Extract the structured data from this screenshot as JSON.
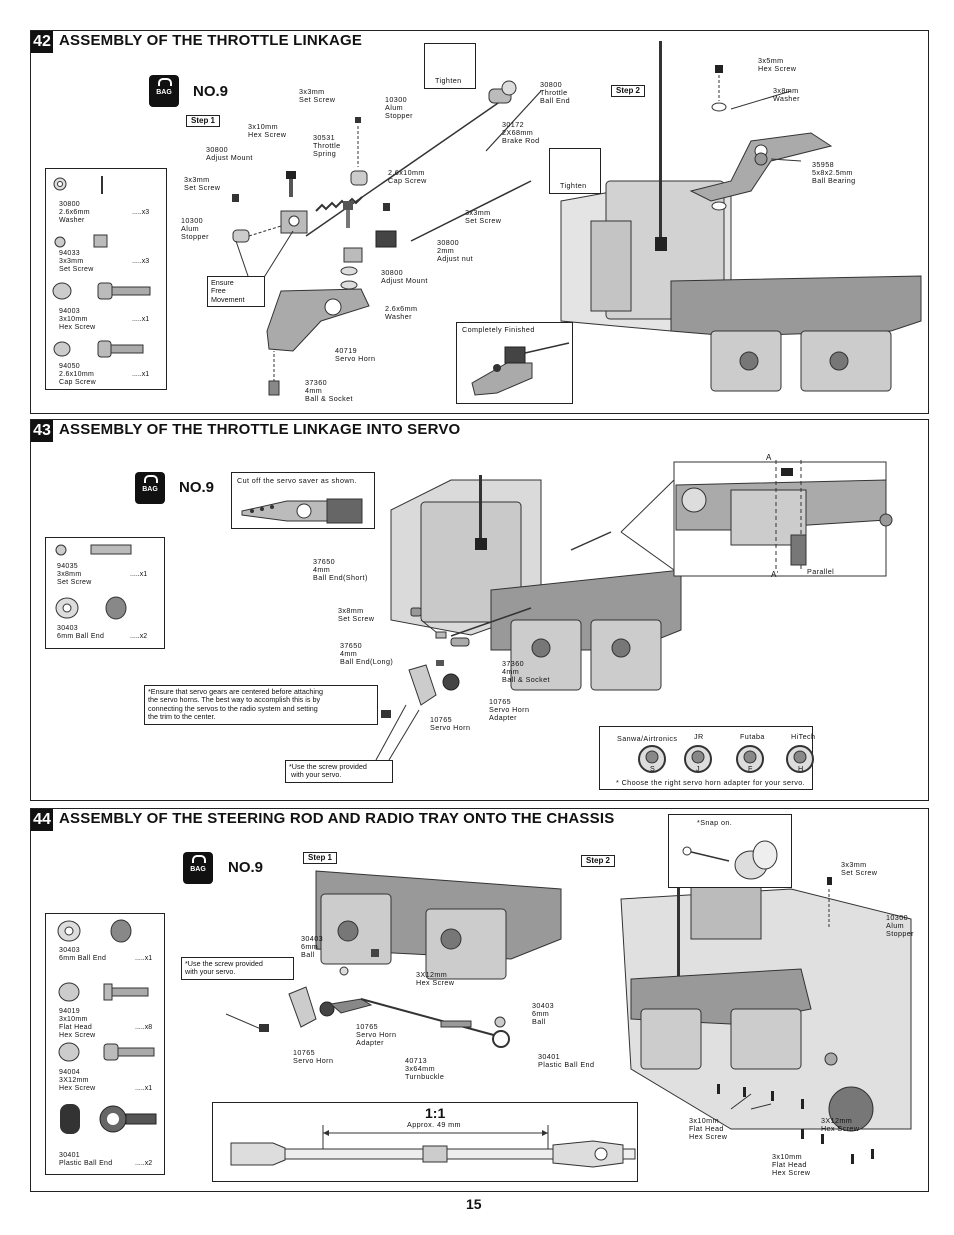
{
  "page_number": "15",
  "bag_label": "BAG",
  "s42": {
    "num": "42",
    "title": "ASSEMBLY OF THE THROTTLE LINKAGE",
    "bag_no": "NO.9",
    "step1": "Step 1",
    "step2": "Step 2",
    "tighten1": "Tighten",
    "tighten2": "Tighten",
    "completely_finished": "Completely Finished",
    "ensure_free": "Ensure\nFree\nMovement",
    "parts": [
      {
        "name": "30800\n2.6x6mm\nWasher",
        "qty": ".....x3"
      },
      {
        "name": "94033\n3x3mm\nSet Screw",
        "qty": ".....x3"
      },
      {
        "name": "94003\n3x10mm\nHex Screw",
        "qty": ".....x1"
      },
      {
        "name": "94050\n2.6x10mm\nCap Screw",
        "qty": ".....x1"
      }
    ],
    "labels": {
      "set_screw_top": "3x3mm\nSet Screw",
      "alum_stopper_top": "10300\nAlum\nStopper",
      "throttle_ball_end": "30800\nThrottle\nBall End",
      "hex_screw": "3x10mm\nHex Screw",
      "throttle_spring": "30531\nThrottle\nSpring",
      "brake_rod": "30172\n2X68mm\nBrake Rod",
      "adjust_mount_left": "30800\nAdjust Mount",
      "cap_screw": "2.6x10mm\nCap Screw",
      "set_screw_left": "3x3mm\nSet Screw",
      "alum_stopper_left": "10300\nAlum\nStopper",
      "set_screw_mid": "3x3mm\nSet Screw",
      "adjust_nut": "30800\n2mm\nAdjust nut",
      "adjust_mount_right": "30800\nAdjust Mount",
      "washer_26": "2.6x6mm\nWasher",
      "servo_horn": "40719\nServo Horn",
      "ball_socket": "37360\n4mm\nBall & Socket",
      "hex_screw_5": "3x5mm\nHex Screw",
      "washer_8": "3x8mm\nWasher",
      "ball_bearing": "35958\n5x8x2.5mm\nBall Bearing"
    }
  },
  "s43": {
    "num": "43",
    "title": "ASSEMBLY OF THE THROTTLE LINKAGE INTO SERVO",
    "bag_no": "NO.9",
    "cut_note": "Cut off the servo saver as shown.",
    "parts": [
      {
        "name": "94035\n3x8mm\nSet Screw",
        "qty": ".....x1"
      },
      {
        "name": "30403\n6mm Ball End",
        "qty": ".....x2"
      }
    ],
    "labels": {
      "ball_end_short": "37650\n4mm\nBall End(Short)",
      "set_screw_38": "3x8mm\nSet Screw",
      "ball_end_long": "37650\n4mm\nBall End(Long)",
      "ball_socket": "37360\n4mm\nBall & Socket",
      "servo_horn_adapter": "10765\nServo Horn\nAdapter",
      "servo_horn": "10765\nServo Horn",
      "a": "A",
      "a_prime": "A'",
      "parallel": "Parallel"
    },
    "ensure_note": "*Ensure that servo gears are centered before attaching\nthe servo horns. The best way to accomplish this is by\nconnecting the servos to the radio system and setting\nthe trim to the center.",
    "screw_note": "*Use the screw provided\n with your servo.",
    "adapters": {
      "brands": [
        "Sanwa/Airtronics",
        "JR",
        "Futaba",
        "HiTech"
      ],
      "letters": [
        "S",
        "J",
        "F",
        "H"
      ],
      "note": "* Choose the right servo horn adapter for your servo."
    }
  },
  "s44": {
    "num": "44",
    "title": "ASSEMBLY OF THE STEERING ROD AND RADIO TRAY ONTO THE CHASSIS",
    "bag_no": "NO.9",
    "step1": "Step 1",
    "step2": "Step 2",
    "snap_on": "*Snap on.",
    "screw_note": "*Use the screw provided\nwith your servo.",
    "scale": "1:1",
    "approx": "Approx. 49 mm",
    "parts": [
      {
        "name": "30403\n6mm Ball End",
        "qty": ".....x1"
      },
      {
        "name": "94019\n3x10mm\nFlat Head\nHex Screw",
        "qty": ".....x8"
      },
      {
        "name": "94004\n3X12mm\nHex Screw",
        "qty": ".....x1"
      },
      {
        "name": "30401\nPlastic Ball End",
        "qty": ".....x2"
      }
    ],
    "labels": {
      "ball_6mm_top": "30403\n6mm\nBall",
      "hex_screw_12": "3X12mm\nHex Screw",
      "servo_horn_adapter": "10765\nServo Horn\nAdapter",
      "servo_horn": "10765\nServo Horn",
      "turnbuckle": "40713\n3x64mm\nTurnbuckle",
      "ball_6mm_right": "30403\n6mm\nBall",
      "plastic_ball_end": "30401\nPlastic Ball End",
      "set_screw": "3x3mm\nSet Screw",
      "alum_stopper": "10300\nAlum\nStopper",
      "flat_head_1": "3x10mm\nFlat Head\nHex Screw",
      "hex_screw_12_right": "3X12mm\nHex Screw",
      "flat_head_2": "3x10mm\nFlat Head\nHex Screw"
    }
  }
}
